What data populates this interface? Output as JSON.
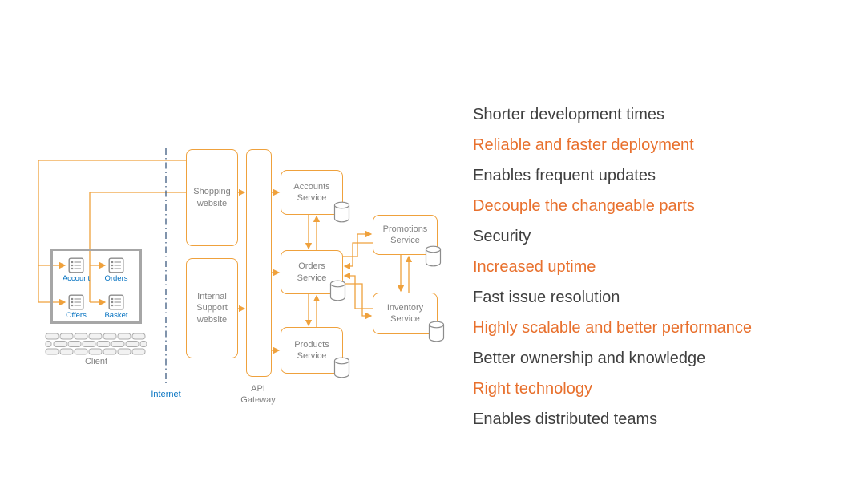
{
  "benefits": {
    "items": [
      {
        "label": "Shorter development times",
        "highlight": false
      },
      {
        "label": "Reliable and faster deployment",
        "highlight": true
      },
      {
        "label": "Enables frequent updates",
        "highlight": false
      },
      {
        "label": "Decouple the changeable parts",
        "highlight": true
      },
      {
        "label": "Security",
        "highlight": false
      },
      {
        "label": "Increased uptime",
        "highlight": true
      },
      {
        "label": "Fast issue resolution",
        "highlight": false
      },
      {
        "label": "Highly scalable and better performance",
        "highlight": true
      },
      {
        "label": "Better ownership and knowledge",
        "highlight": false
      },
      {
        "label": "Right technology",
        "highlight": true
      },
      {
        "label": "Enables distributed teams",
        "highlight": false
      }
    ]
  },
  "diagram": {
    "client": {
      "label": "Client",
      "apps": [
        {
          "label": "Account"
        },
        {
          "label": "Orders"
        },
        {
          "label": "Offers"
        },
        {
          "label": "Basket"
        }
      ]
    },
    "internet": {
      "label": "Internet"
    },
    "nodes": {
      "shopping_website": "Shopping website",
      "internal_support_website": "Internal Support website",
      "api_gateway": "API Gateway",
      "accounts_service": "Accounts Service",
      "orders_service": "Orders Service",
      "products_service": "Products Service",
      "promotions_service": "Promotions Service",
      "inventory_service": "Inventory Service"
    },
    "icons": {
      "client_app": "app-window-icon",
      "database": "database-icon",
      "wall": "brick-wall-icon"
    },
    "colors": {
      "diagram_orange": "#EFA13C",
      "benefit_orange": "#E8702D",
      "benefit_gray": "#3F3F3F",
      "node_text_gray": "#808080",
      "link_blue": "#0070C0",
      "client_border_gray": "#A6A6A6"
    }
  }
}
